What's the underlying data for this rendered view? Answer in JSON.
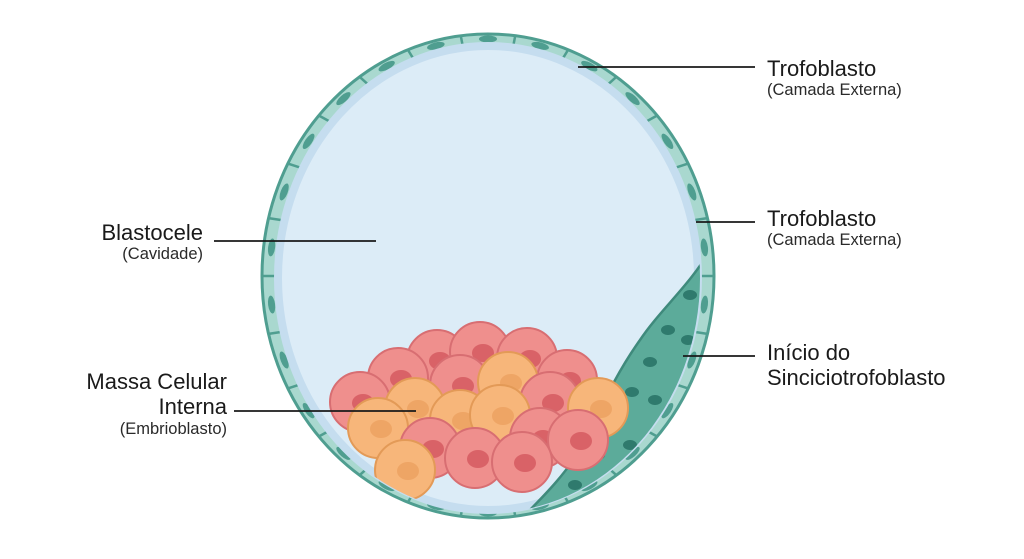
{
  "labels": {
    "trophoblast_top": {
      "title": "Trofoblasto",
      "subtitle": "(Camada Externa)"
    },
    "trophoblast_mid": {
      "title": "Trofoblasto",
      "subtitle": "(Camada Externa)"
    },
    "syncytio": {
      "line1": "Início do",
      "line2": "Sinciciotrofoblasto"
    },
    "blastocele": {
      "title": "Blastocele",
      "subtitle": "(Cavidade)"
    },
    "icm": {
      "line1": "Massa Celular",
      "line2": "Interna",
      "subtitle": "(Embrioblasto)"
    }
  },
  "colors": {
    "trophoblast_fill": "#a9d8cf",
    "trophoblast_stroke": "#4f9e90",
    "nucleus": "#4f9e90",
    "cavity": "#dcecf7",
    "pink_cell": "#ef8f8d",
    "pink_nucleus": "#d96267",
    "orange_cell": "#f7b67a",
    "orange_nucleus": "#eea565",
    "syncytium": "#5cab9a",
    "leader_line": "#1a1a1a"
  }
}
